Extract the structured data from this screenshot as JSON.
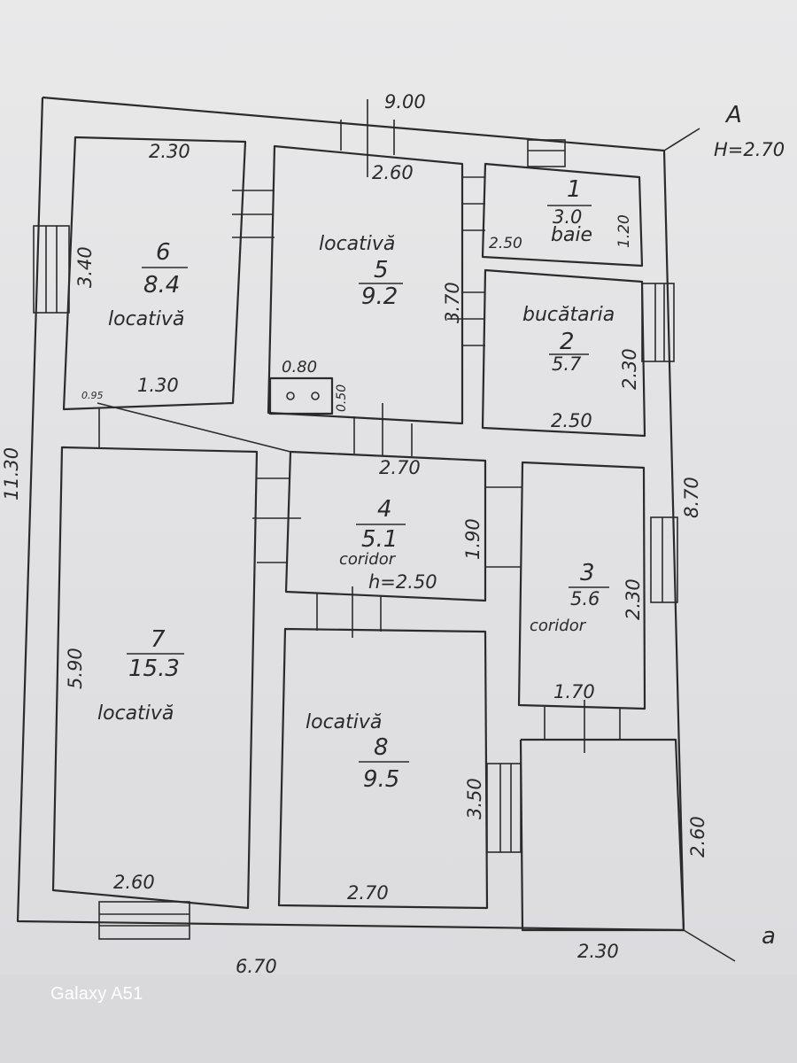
{
  "plan": {
    "corner_top": "A",
    "height_total": "H=2.70",
    "corner_bottom": "a",
    "outer_top": "9.00",
    "outer_right": "8.70",
    "outer_left": "11.30",
    "outer_bottom_left": "6.70",
    "outer_bottom_right": "2.30",
    "outer_right_lower": "2.60",
    "rooms": {
      "r1": {
        "number": "1",
        "area": "3.0",
        "name": "baie",
        "dim_w": "2.50",
        "dim_h": "1.20"
      },
      "r2": {
        "number": "2",
        "area": "5.7",
        "name": "bucătaria",
        "dim_w": "2.50",
        "dim_h": "2.30"
      },
      "r3": {
        "number": "3",
        "area": "5.6",
        "name": "coridor",
        "dim_w": "1.70",
        "dim_h": "2.30"
      },
      "r4": {
        "number": "4",
        "area": "5.1",
        "name": "coridor",
        "height": "h=2.50",
        "dim_w": "2.70",
        "dim_h": "1.90"
      },
      "r5": {
        "number": "5",
        "area": "9.2",
        "name": "locativă",
        "dim_w": "2.60",
        "dim_h": "3.70"
      },
      "r6": {
        "number": "6",
        "area": "8.4",
        "name": "locativă",
        "dim_w": "2.30",
        "dim_h": "3.40",
        "dim_w2": "1.30",
        "stove": "0.95"
      },
      "r7": {
        "number": "7",
        "area": "15.3",
        "name": "locativă",
        "dim_w": "2.60",
        "dim_h": "5.90"
      },
      "r8": {
        "number": "8",
        "area": "9.5",
        "name": "locativă",
        "dim_w": "2.70",
        "dim_h": "3.50"
      }
    },
    "stove_box": {
      "dim_w": "0.80",
      "dim_h": "0.50"
    }
  },
  "watermark": "Galaxy A51"
}
